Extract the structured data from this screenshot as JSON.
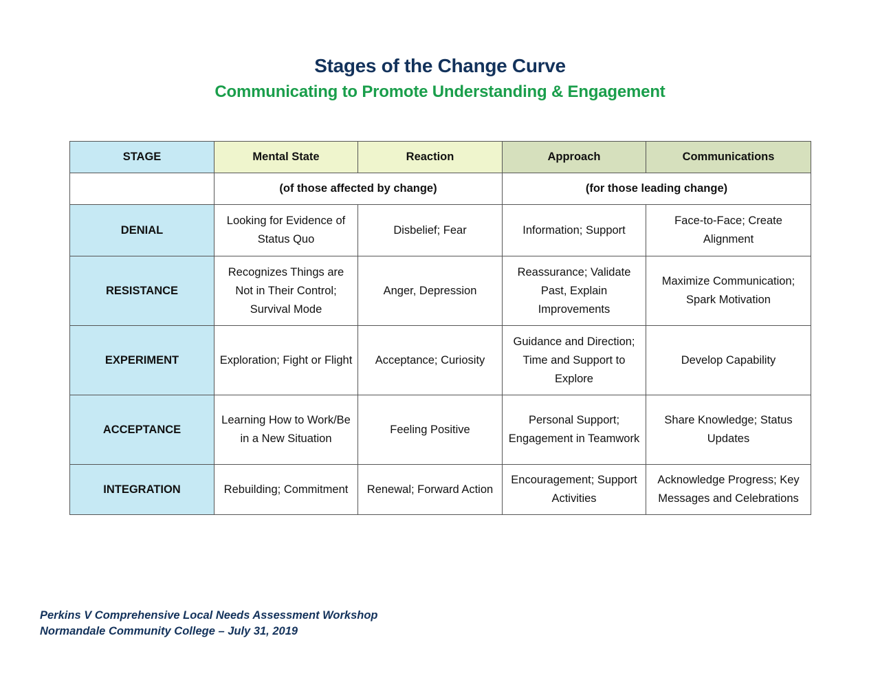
{
  "document": {
    "title": "Stages of the Change Curve",
    "subtitle": "Communicating to Promote Understanding & Engagement",
    "colors": {
      "title": "#13325b",
      "subtitle": "#1a9e4b",
      "stage_column": "#c6e9f4",
      "affected_header": "#eff5cd",
      "leading_header": "#d6e0bd"
    }
  },
  "table": {
    "headers": [
      "STAGE",
      "Mental State",
      "Reaction",
      "Approach",
      "Communications"
    ],
    "subheaders": {
      "affected": "(of those affected by change)",
      "leading": "(for those leading change)"
    },
    "rows": [
      {
        "stage": "DENIAL",
        "mental_state": "Looking for Evidence of Status Quo",
        "reaction": "Disbelief; Fear",
        "approach": "Information; Support",
        "communications": "Face-to-Face; Create Alignment"
      },
      {
        "stage": "RESISTANCE",
        "mental_state": "Recognizes Things are Not in Their Control; Survival Mode",
        "reaction": "Anger, Depression",
        "approach": "Reassurance; Validate Past, Explain Improvements",
        "communications": "Maximize Communication; Spark Motivation"
      },
      {
        "stage": "EXPERIMENT",
        "mental_state": "Exploration; Fight or Flight",
        "reaction": "Acceptance; Curiosity",
        "approach": "Guidance and Direction; Time and Support to Explore",
        "communications": "Develop Capability"
      },
      {
        "stage": "ACCEPTANCE",
        "mental_state": "Learning How to Work/Be in a New Situation",
        "reaction": "Feeling Positive",
        "approach": "Personal Support; Engagement in Teamwork",
        "communications": "Share Knowledge; Status Updates"
      },
      {
        "stage": "INTEGRATION",
        "mental_state": "Rebuilding; Commitment",
        "reaction": "Renewal; Forward Action",
        "approach": "Encouragement; Support Activities",
        "communications": "Acknowledge Progress; Key Messages and Celebrations"
      }
    ]
  },
  "footer": {
    "line1": "Perkins V Comprehensive Local Needs Assessment Workshop",
    "line2": "Normandale Community College – July 31, 2019"
  }
}
